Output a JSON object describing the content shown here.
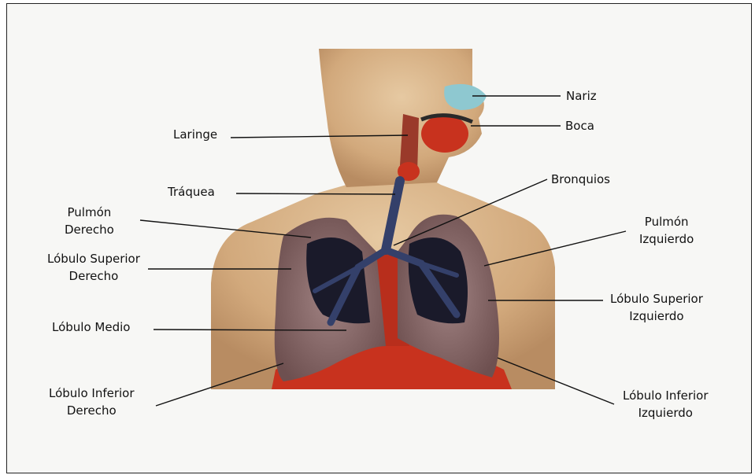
{
  "labels": {
    "nariz": "Nariz",
    "boca": "Boca",
    "laringe": "Laringe",
    "traquea": "Tráquea",
    "bronquios": "Bronquios",
    "pulmon_derecho": [
      "Pulmón",
      "Derecho"
    ],
    "pulmon_izquierdo": [
      "Pulmón",
      "Izquierdo"
    ],
    "lobulo_superior_derecho": [
      "Lóbulo Superior",
      "Derecho"
    ],
    "lobulo_superior_izquierdo": [
      "Lóbulo Superior",
      "Izquierdo"
    ],
    "lobulo_medio": "Lóbulo Medio",
    "lobulo_inferior_derecho": [
      "Lóbulo Inferior",
      "Derecho"
    ],
    "lobulo_inferior_izquierdo": [
      "Lóbulo Inferior",
      "Izquierdo"
    ]
  },
  "colors": {
    "skin": "#d9b48a",
    "lung": "#8a6a6a",
    "lung_dark": "#1a1a2a",
    "organs": "#c8321e",
    "trachea": "#34406a",
    "nose": "#8ec8d0"
  }
}
